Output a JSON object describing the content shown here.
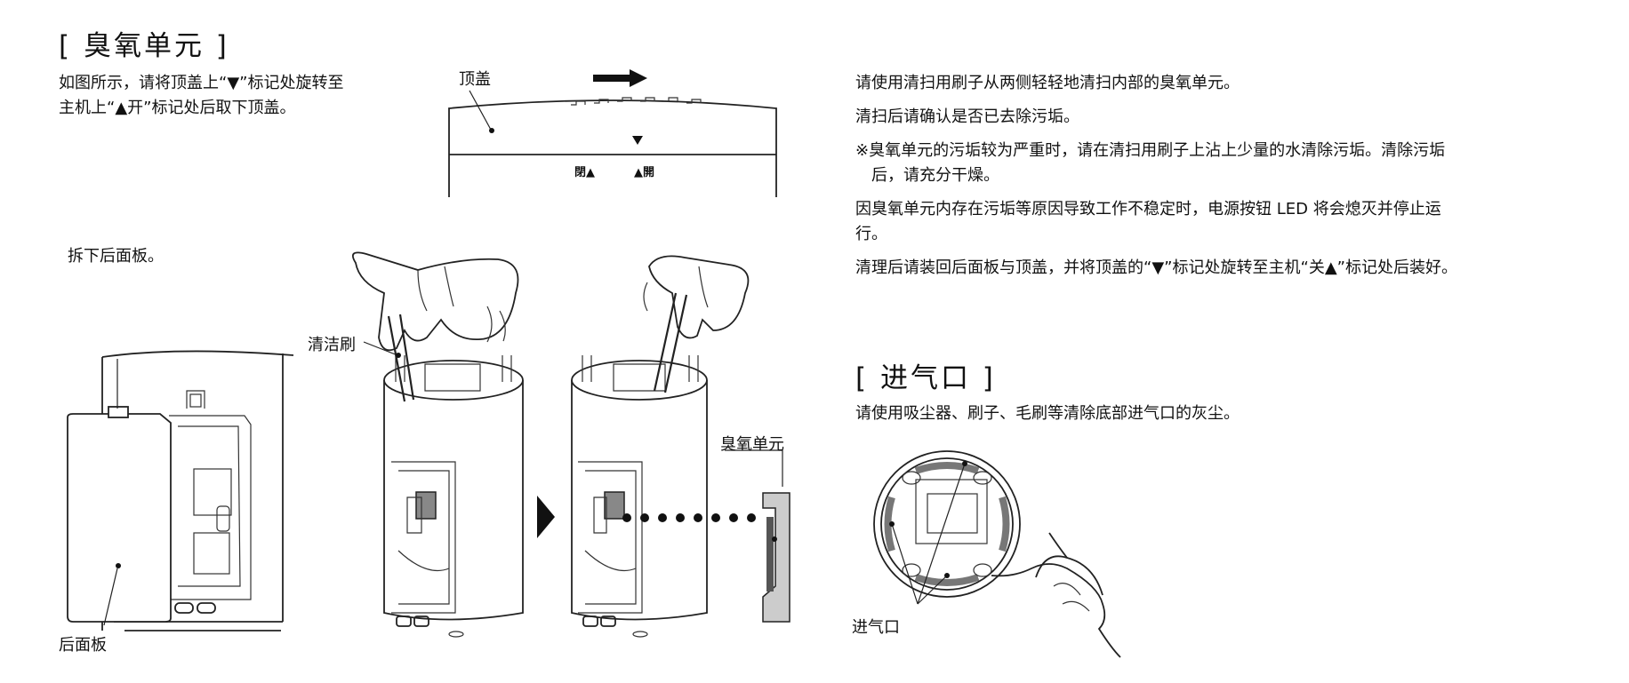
{
  "ozone_section": {
    "heading": "[ 臭氧单元 ]",
    "step1_line1": "如图所示，请将顶盖上“▼”标记处旋转至",
    "step1_line2": "主机上“▲开”标记处后取下顶盖。",
    "top_cover_label": "顶盖",
    "close_mark": "閉▲",
    "open_mark": "▲開",
    "step2": "拆下后面板。",
    "back_panel_label": "后面板",
    "brush_label": "清洁刷",
    "ozone_unit_label": "臭氧单元",
    "para1": "请使用清扫用刷子从两侧轻轻地清扫内部的臭氧单元。",
    "para2": "清扫后请确认是否已去除污垢。",
    "note_line1": "※臭氧单元的污垢较为严重时，请在清扫用刷子上沾上少量的水清除污垢。清除污垢",
    "note_line2": "后，请充分干燥。",
    "para3_line1": "因臭氧单元内存在污垢等原因导致工作不稳定时，电源按钮 LED 将会熄灭并停止运",
    "para3_line2": "行。",
    "para4": "清理后请装回后面板与顶盖，并将顶盖的“▼”标记处旋转至主机“关▲”标记处后装好。"
  },
  "intake_section": {
    "heading": "[ 进气口 ]",
    "text": "请使用吸尘器、刷子、毛刷等清除底部进气口的灰尘。",
    "intake_label": "进气口"
  },
  "icons": {
    "rotate_arrow": "right-arrow-icon",
    "transition_arrow": "triangle-right-icon"
  }
}
